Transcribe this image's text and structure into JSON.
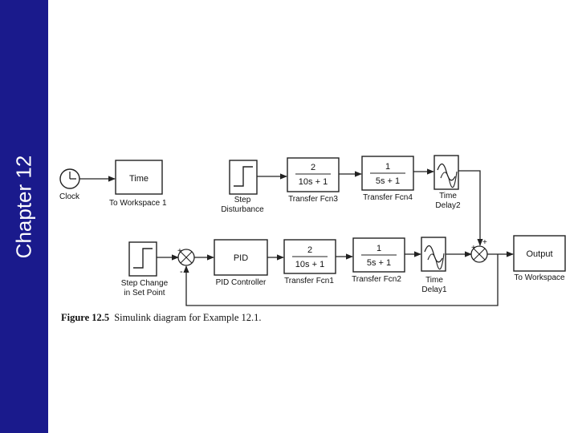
{
  "sidebar": {
    "title": "Chapter 12"
  },
  "caption": {
    "figure_number": "Figure 12.5",
    "text": "Simulink diagram for Example 12.1."
  },
  "blocks": {
    "clock": {
      "label": "Clock"
    },
    "to_workspace1": {
      "text": "Time",
      "label": "To Workspace 1"
    },
    "step_disturbance": {
      "label_line1": "Step",
      "label_line2": "Disturbance"
    },
    "transfer_fcn3": {
      "num": "2",
      "den": "10s + 1",
      "label": "Transfer Fcn3"
    },
    "transfer_fcn4": {
      "num": "1",
      "den": "5s + 1",
      "label": "Transfer Fcn4"
    },
    "time_delay2": {
      "label_line1": "Time",
      "label_line2": "Delay2"
    },
    "step_setpoint": {
      "label_line1": "Step Change",
      "label_line2": "in Set Point"
    },
    "pid": {
      "text": "PID",
      "label": "PID Controller"
    },
    "transfer_fcn1": {
      "num": "2",
      "den": "10s + 1",
      "label": "Transfer Fcn1"
    },
    "transfer_fcn2": {
      "num": "1",
      "den": "5s + 1",
      "label": "Transfer Fcn2"
    },
    "time_delay1": {
      "label_line1": "Time",
      "label_line2": "Delay1"
    },
    "output": {
      "text": "Output",
      "label": "To Workspace"
    },
    "sum_feedback": {
      "plus": "+",
      "minus": "-"
    },
    "sum_output": {
      "plus1": "+",
      "plus2": "+"
    }
  }
}
